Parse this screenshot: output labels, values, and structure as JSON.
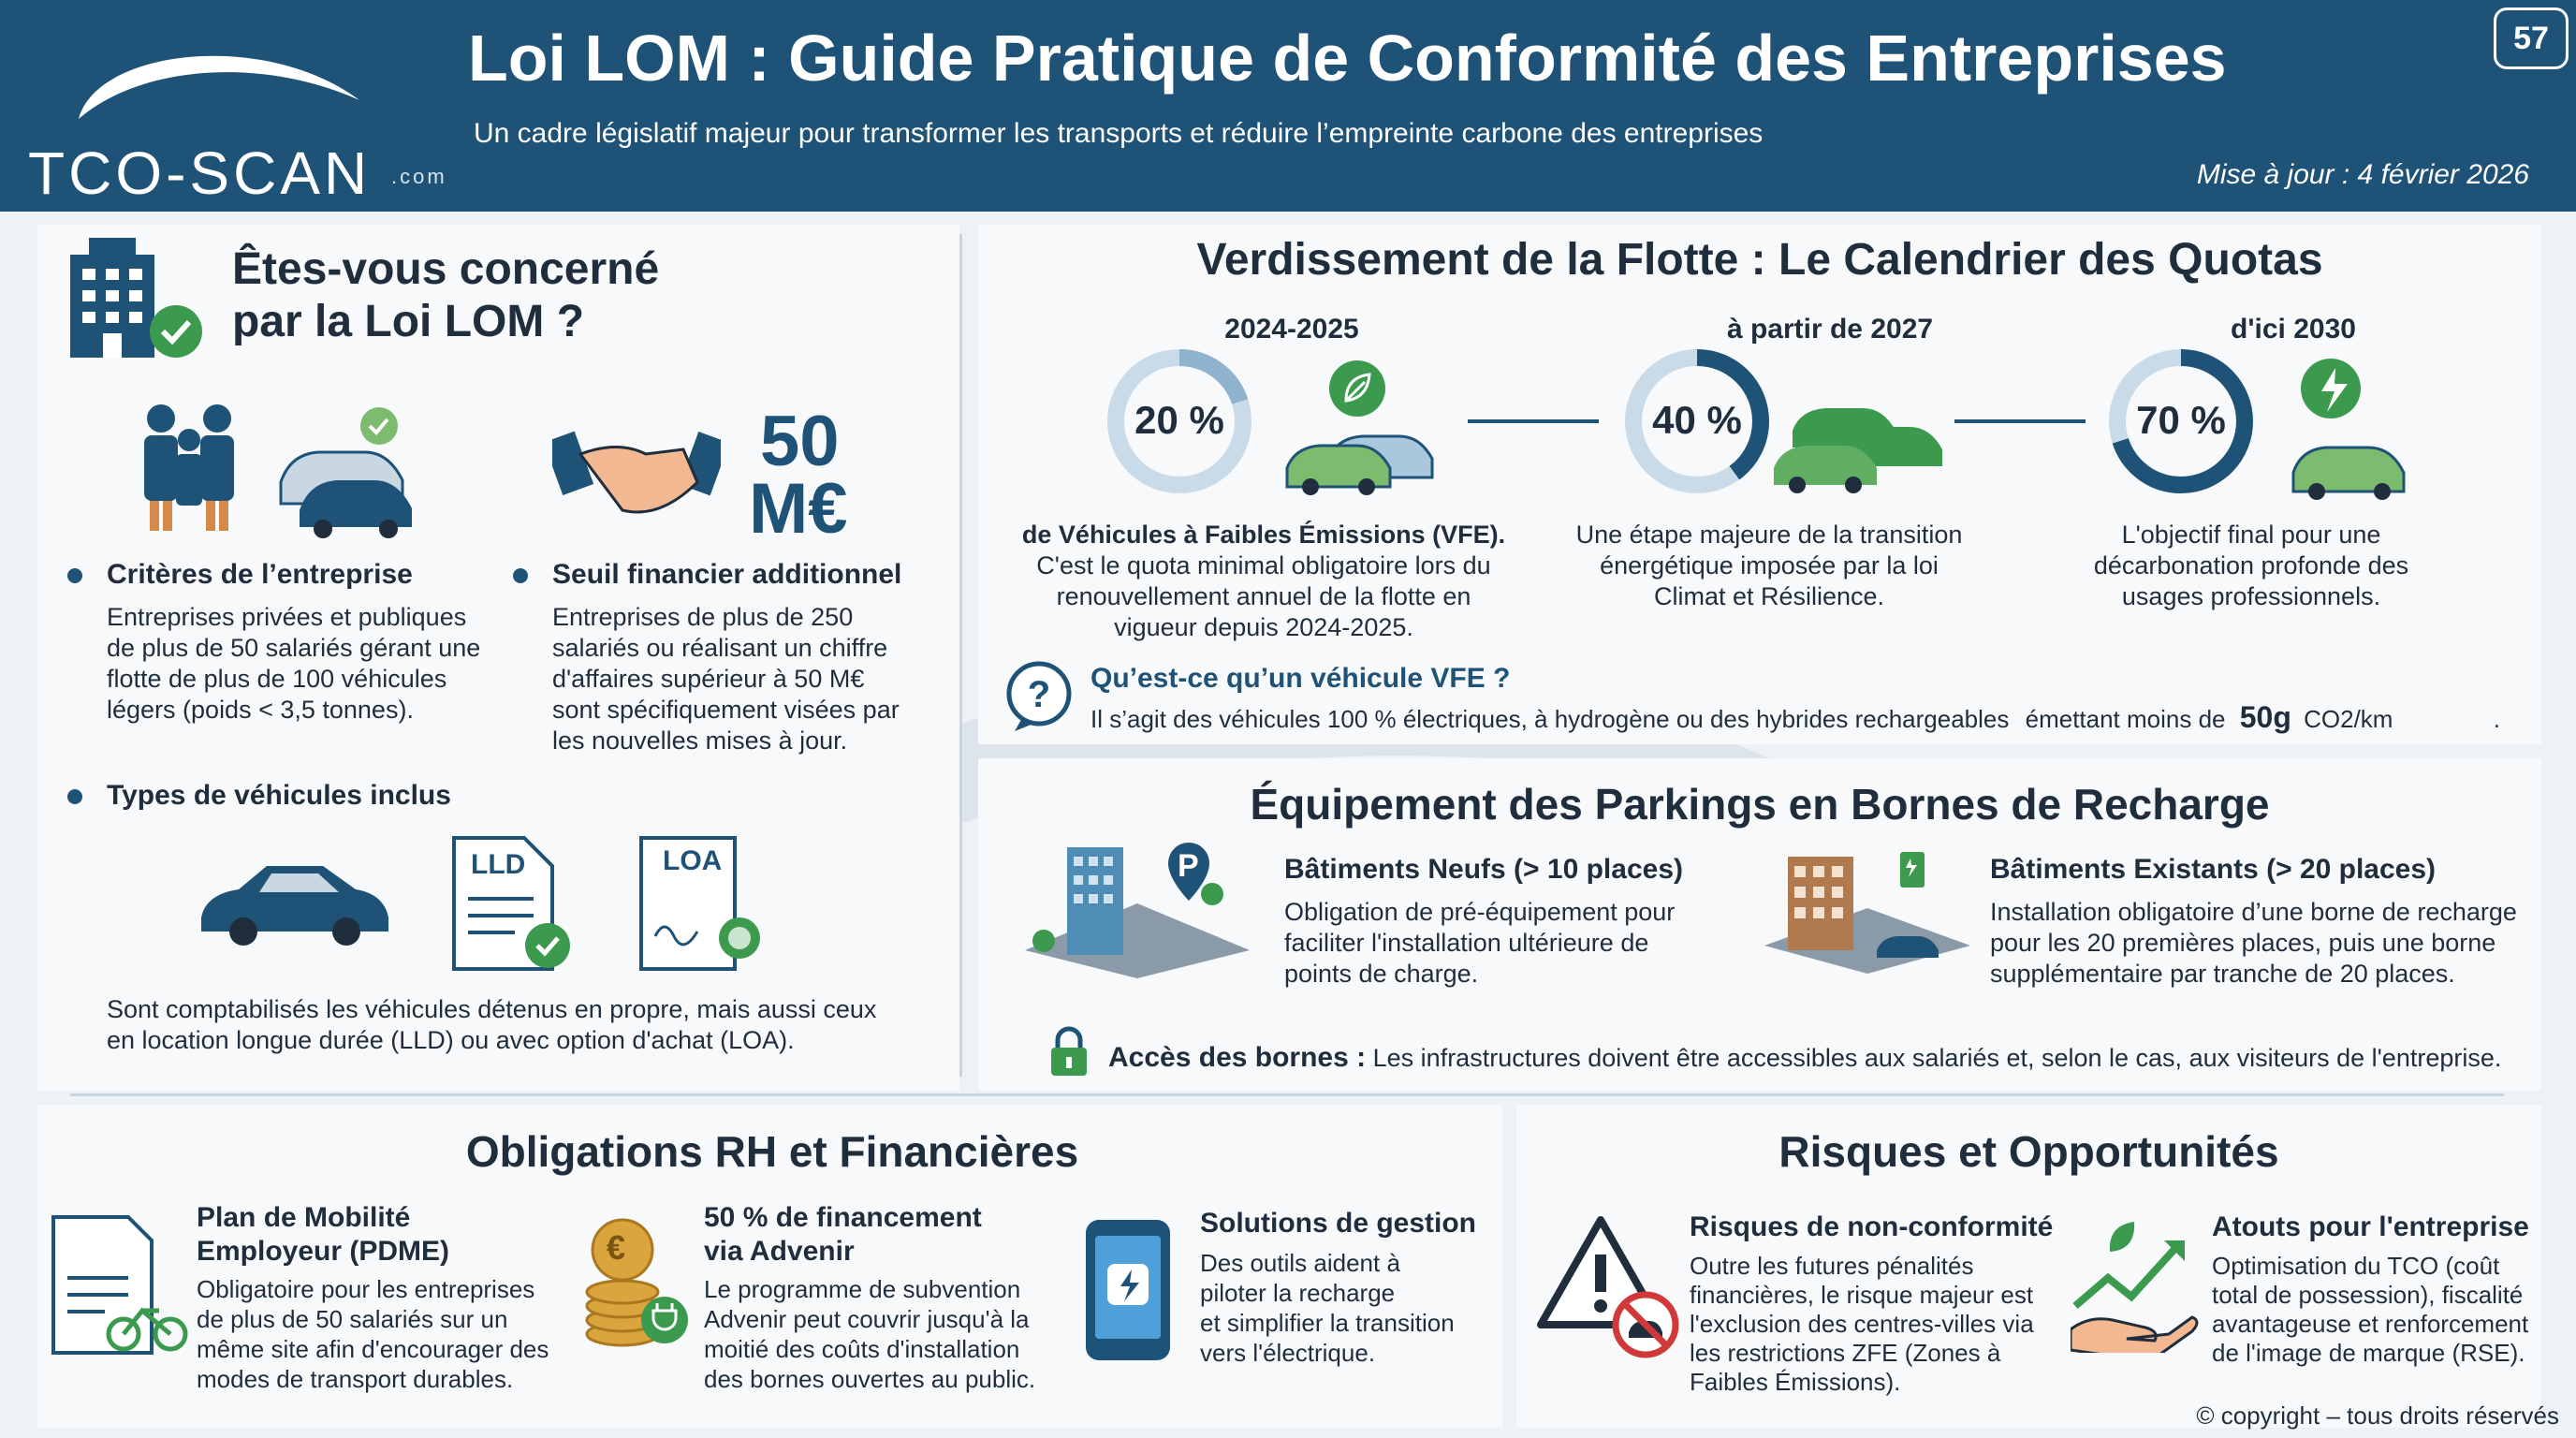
{
  "header": {
    "logo_main": "TCO-SCAN",
    "logo_suffix": ".com",
    "title": "Loi LOM : Guide Pratique de Conformité des Entreprises",
    "subtitle": "Un cadre législatif majeur pour transformer les transports et réduire l’empreinte carbone des entreprises",
    "updated": "Mise à jour : 4 février 2026",
    "page_number": "57"
  },
  "concerned": {
    "title_line1": "Êtes-vous concerné",
    "title_line2": "par la Loi LOM ?",
    "amount_line1": "50",
    "amount_line2": "M€",
    "criteria": {
      "title": "Critères de l’entreprise",
      "lines": [
        "Entreprises privées et publiques",
        "de plus de 50 salariés gérant une",
        "flotte de plus de 100 véhicules",
        "légers (poids < 3,5 tonnes)."
      ]
    },
    "threshold": {
      "title": "Seuil financier additionnel",
      "lines": [
        "Entreprises de plus de 250",
        "salariés ou réalisant un chiffre",
        "d'affaires supérieur à 50 M€",
        "sont spécifiquement visées par",
        "les nouvelles mises à jour."
      ]
    },
    "vehicle_types": {
      "title": "Types de véhicules inclus",
      "doc1": "LLD",
      "doc2": "LOA",
      "lines": [
        "Sont comptabilisés les véhicules détenus en propre, mais aussi ceux",
        "en location longue durée (LLD) ou avec option d'achat (LOA)."
      ]
    }
  },
  "fleet": {
    "title": "Verdissement de la Flotte : Le Calendrier des Quotas",
    "stages": [
      {
        "period": "2024-2025",
        "percent": "20 %",
        "value": 20,
        "lines": [
          "de Véhicules à Faibles Émissions (VFE).",
          "C'est le quota minimal obligatoire lors du",
          "renouvellement annuel de la flotte en",
          "vigueur depuis 2024-2025."
        ]
      },
      {
        "period": "à partir de 2027",
        "percent": "40 %",
        "value": 40,
        "lines": [
          "Une étape majeure de la transition",
          "énergétique imposée par la loi",
          "Climat et Résilience."
        ]
      },
      {
        "period": "d'ici 2030",
        "percent": "70 %",
        "value": 70,
        "lines": [
          "L'objectif final pour une",
          "décarbonation profonde des",
          "usages professionnels."
        ]
      }
    ],
    "vfe_question": "Qu’est-ce qu’un véhicule VFE ?",
    "vfe_answer": "Il s’agit des véhicules 100 % électriques, à hydrogène ou des hybrides rechargeables",
    "vfe_emit": "émettant moins de",
    "vfe_value": "50g",
    "vfe_unit": "CO2/km",
    "vfe_end": "."
  },
  "parking": {
    "title": "Équipement des Parkings en Bornes de Recharge",
    "parking_letter": "P",
    "new_title": "Bâtiments Neufs (> 10 places)",
    "new_lines": [
      "Obligation de pré-équipement pour",
      "faciliter l'installation ultérieure de",
      "points de charge."
    ],
    "existing_title": "Bâtiments Existants (> 20 places)",
    "existing_lines": [
      "Installation obligatoire d’une borne de recharge",
      "pour les 20 premières places, puis une borne",
      "supplémentaire par tranche de 20 places."
    ],
    "access_label": "Accès des bornes :",
    "access_text": "Les infrastructures doivent être accessibles aux salariés et, selon le cas, aux visiteurs de l'entreprise."
  },
  "hr": {
    "title": "Obligations RH et Financières",
    "pdme": {
      "title_lines": [
        "Plan de Mobilité",
        "Employeur (PDME)"
      ],
      "lines": [
        "Obligatoire pour les entreprises",
        "de plus de 50 salariés sur un",
        "même site afin d'encourager des",
        "modes de transport durables."
      ]
    },
    "advenir": {
      "title_lines": [
        "50 % de financement",
        "via Advenir"
      ],
      "lines": [
        "Le programme de subvention",
        "Advenir peut couvrir jusqu'à la",
        "moitié des coûts d'installation",
        "des bornes ouvertes au public."
      ]
    },
    "solutions": {
      "title": "Solutions de gestion",
      "lines": [
        "Des outils aident à",
        "piloter la recharge",
        "et simplifier la transition",
        "vers l'électrique."
      ]
    }
  },
  "risks": {
    "title": "Risques et Opportunités",
    "risk": {
      "title": "Risques de non-conformité",
      "lines": [
        "Outre les futures pénalités",
        "financières, le risque majeur est",
        "l'exclusion des centres-villes via",
        "les restrictions ZFE (Zones à",
        "Faibles Émissions)."
      ]
    },
    "assets": {
      "title": "Atouts pour l'entreprise",
      "lines": [
        "Optimisation du TCO (coût",
        "total de possession), fiscalité",
        "avantageuse et renforcement",
        "de l'image de marque (RSE)."
      ]
    }
  },
  "copyright": "© copyright – tous droits réservés",
  "colors": {
    "primary": "#1f5277",
    "accent_green": "#3c9a4e",
    "ring_track": "#c9dbe8",
    "ring_fill": "#1f5277"
  }
}
